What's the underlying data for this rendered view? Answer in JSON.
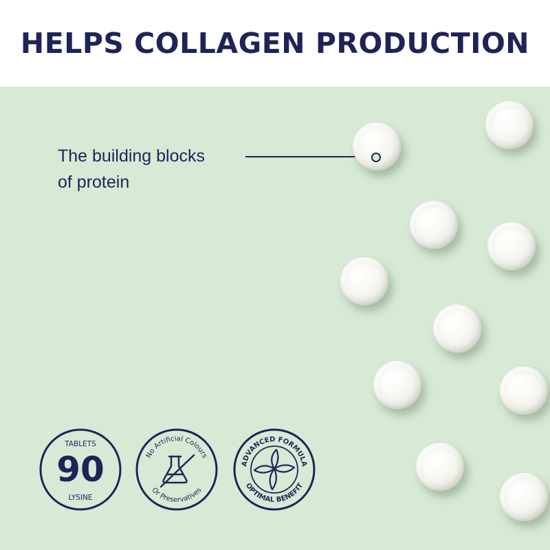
{
  "header": {
    "title": "HELPS COLLAGEN PRODUCTION"
  },
  "callout": {
    "line1": "The building blocks",
    "line2": "of protein"
  },
  "badges": {
    "tablets": {
      "top": "TABLETS",
      "number": "90",
      "bottom": "LYSINE",
      "icon": "circle-badge"
    },
    "no_artificial": {
      "top": "No Artificial Colours",
      "bottom": "Or Preservatives",
      "icon": "flask-strikethrough-icon"
    },
    "advanced": {
      "top": "ADVANCED FORMULA",
      "bottom": "OPTIMAL BENEFIT",
      "icon": "leaf-flower-icon"
    }
  },
  "colors": {
    "navy": "#1e2458",
    "mint": "#d6ead5",
    "white": "#ffffff"
  }
}
